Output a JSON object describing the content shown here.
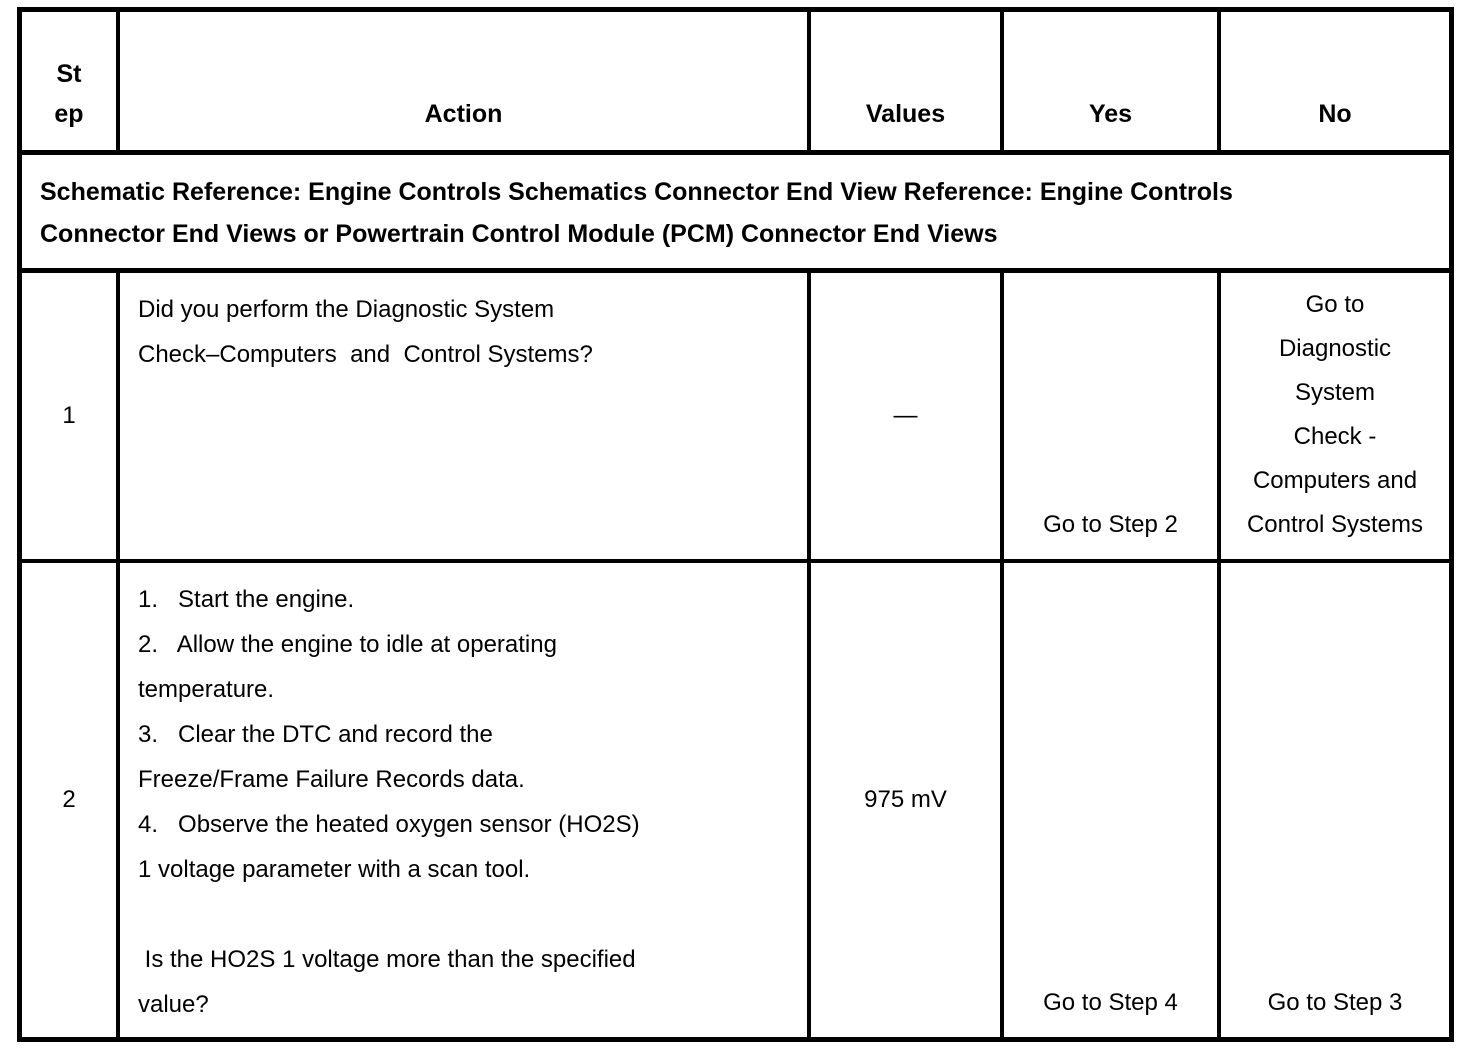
{
  "table": {
    "headers": {
      "step_lines": [
        "St",
        "ep"
      ],
      "action": "Action",
      "values": "Values",
      "yes": "Yes",
      "no": "No"
    },
    "schematic_note_lines": [
      "Schematic Reference: Engine Controls Schematics Connector End View Reference: Engine Controls",
      "Connector End Views or Powertrain Control Module (PCM) Connector End Views"
    ],
    "rows": [
      {
        "step": "1",
        "action_lines": [
          "Did you perform the Diagnostic System",
          "Check–Computers  and  Control Systems?"
        ],
        "values": "—",
        "yes_lines": [
          "Go to Step 2"
        ],
        "no_lines": [
          "Go to",
          "Diagnostic",
          "System",
          "Check -",
          "Computers and",
          "Control Systems"
        ]
      },
      {
        "step": "2",
        "action_lines": [
          "1.   Start the engine.",
          "2.   Allow the engine to idle at operating",
          "temperature.",
          "3.   Clear the DTC and record the",
          "Freeze/Frame Failure Records data.",
          "4.   Observe the heated oxygen sensor (HO2S)",
          "1 voltage parameter with a scan tool.",
          "",
          " Is the HO2S 1 voltage more than the specified",
          "value?"
        ],
        "values": "975 mV",
        "yes_lines": [
          "Go to Step 4"
        ],
        "no_lines": [
          "Go to Step 3"
        ]
      }
    ]
  }
}
